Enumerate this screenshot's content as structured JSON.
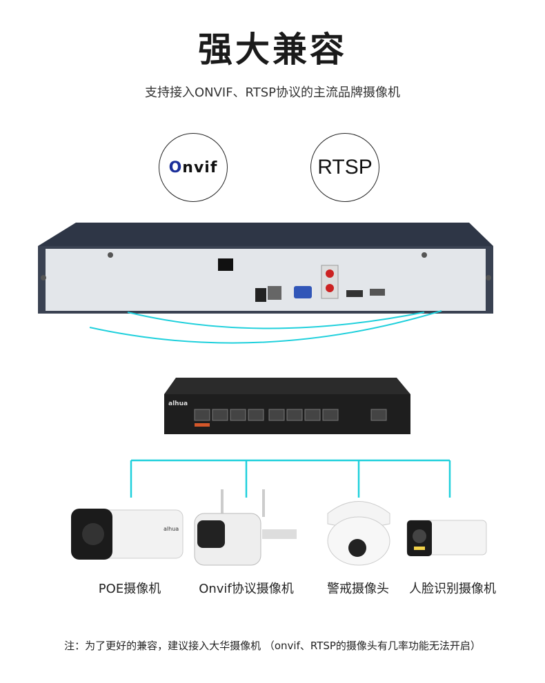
{
  "title": "强大兼容",
  "subtitle": "支持接入ONVIF、RTSP协议的主流品牌摄像机",
  "protocols": {
    "onvif_logo": "Onvif",
    "rtsp": "RTSP"
  },
  "switch_brand": "alhua",
  "cameras": [
    {
      "label": "POE摄像机"
    },
    {
      "label": "Onvif协议摄像机"
    },
    {
      "label": "警戒摄像头"
    },
    {
      "label": "人脸识别摄像机"
    }
  ],
  "note": "注：为了更好的兼容，建议接入大华摄像机 （onvif、RTSP的摄像头有几率功能无法开启）",
  "colors": {
    "accent": "#1fd0dc",
    "nvr_top": "#2e3646",
    "nvr_panel": "#e3e6ea"
  }
}
